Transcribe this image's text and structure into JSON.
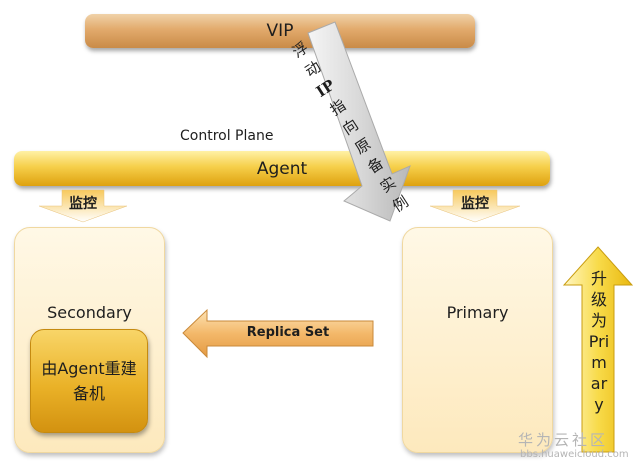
{
  "vip": {
    "label": "VIP"
  },
  "control_plane": {
    "label": "Control Plane"
  },
  "agent": {
    "label": "Agent"
  },
  "monitor_left": {
    "label": "监控"
  },
  "monitor_right": {
    "label": "监控"
  },
  "float_arrow": {
    "text": [
      "浮",
      "动",
      "IP",
      "指",
      "向",
      "原",
      "备",
      "实",
      "例"
    ]
  },
  "secondary": {
    "title": "Secondary",
    "inner_text": "由Agent重建备机"
  },
  "primary": {
    "title": "Primary"
  },
  "replica": {
    "label": "Replica Set"
  },
  "upgrade_arrow": {
    "text": [
      "升",
      "级",
      "为",
      "Pri",
      "m",
      "ar",
      "y"
    ]
  },
  "watermark": {
    "cn": "华为云社区",
    "en": "bbs.huaweicloud.com"
  },
  "colors": {
    "vip_bar": "#e2aa6c",
    "agent_bar": "#f6cf4a",
    "panel": "#fde9bd",
    "inner_box": "#eab228",
    "arrow_gray": "#d6d6d6"
  }
}
